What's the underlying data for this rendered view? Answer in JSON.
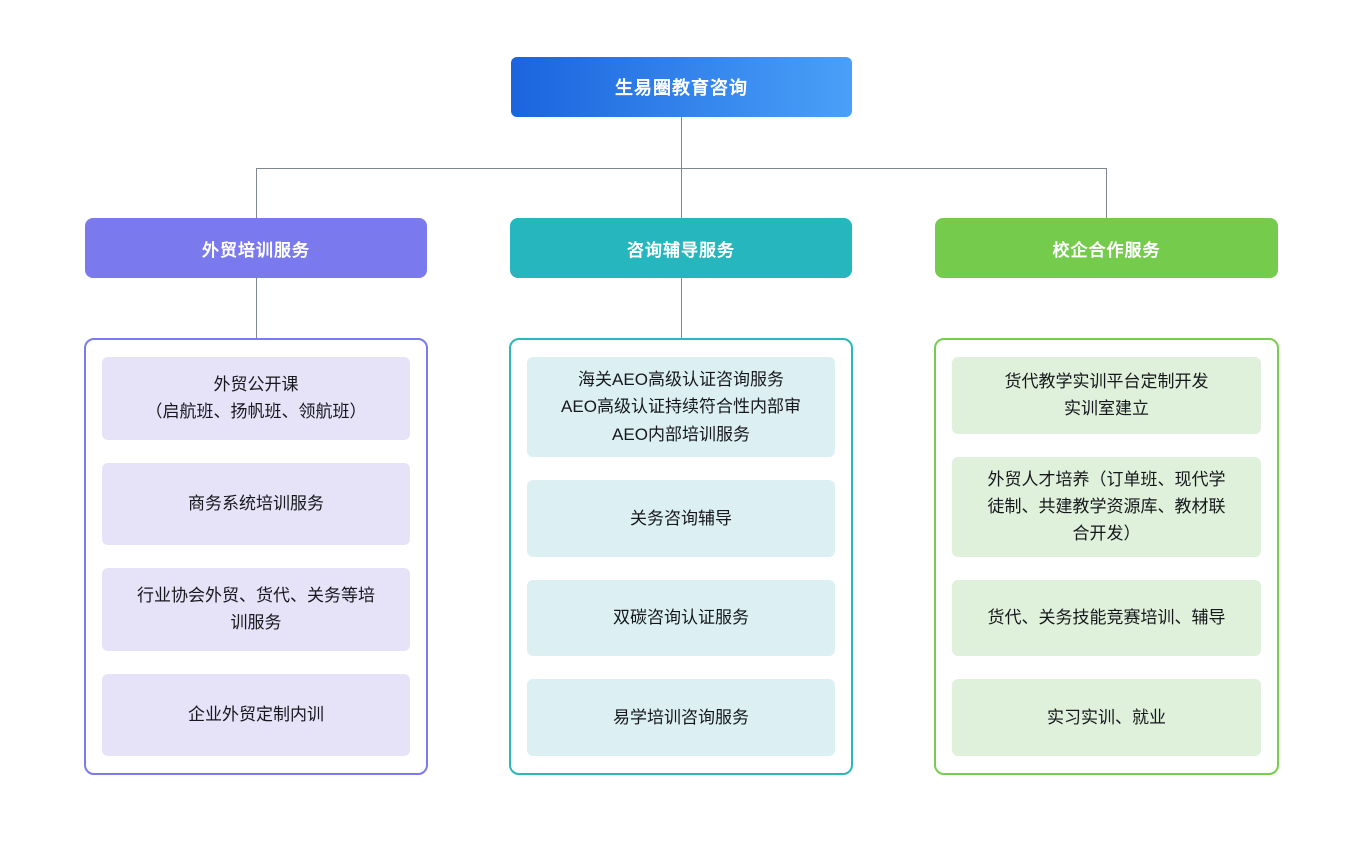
{
  "root": {
    "label": "生易圈教育咨询",
    "background": "linear-gradient(90deg, #1b64de, #4aa0f8)"
  },
  "connector_color": "#7f868e",
  "branches": [
    {
      "label": "外贸培训服务",
      "header_bg": "#7a79ee",
      "border_color": "#7b7aef",
      "item_bg": "#e6e2f8",
      "items": [
        {
          "text": "外贸公开课\n（启航班、扬帆班、领航班）"
        },
        {
          "text": "商务系统培训服务"
        },
        {
          "text": "行业协会外贸、货代、关务等培\n训服务"
        },
        {
          "text": "企业外贸定制内训"
        }
      ]
    },
    {
      "label": "咨询辅导服务",
      "header_bg": "#26b7be",
      "border_color": "#2ab8be",
      "item_bg": "#dcf0f3",
      "items": [
        {
          "text": "海关AEO高级认证咨询服务\nAEO高级认证持续符合性内部审\nAEO内部培训服务"
        },
        {
          "text": "关务咨询辅导"
        },
        {
          "text": "双碳咨询认证服务"
        },
        {
          "text": "易学培训咨询服务"
        }
      ]
    },
    {
      "label": "校企合作服务",
      "header_bg": "#75cc4c",
      "border_color": "#76cd4e",
      "item_bg": "#dff1da",
      "items": [
        {
          "text": "货代教学实训平台定制开发\n实训室建立"
        },
        {
          "text": "外贸人才培养（订单班、现代学\n徒制、共建教学资源库、教材联\n合开发）"
        },
        {
          "text": "货代、关务技能竞赛培训、辅导"
        },
        {
          "text": "实习实训、就业"
        }
      ]
    }
  ]
}
